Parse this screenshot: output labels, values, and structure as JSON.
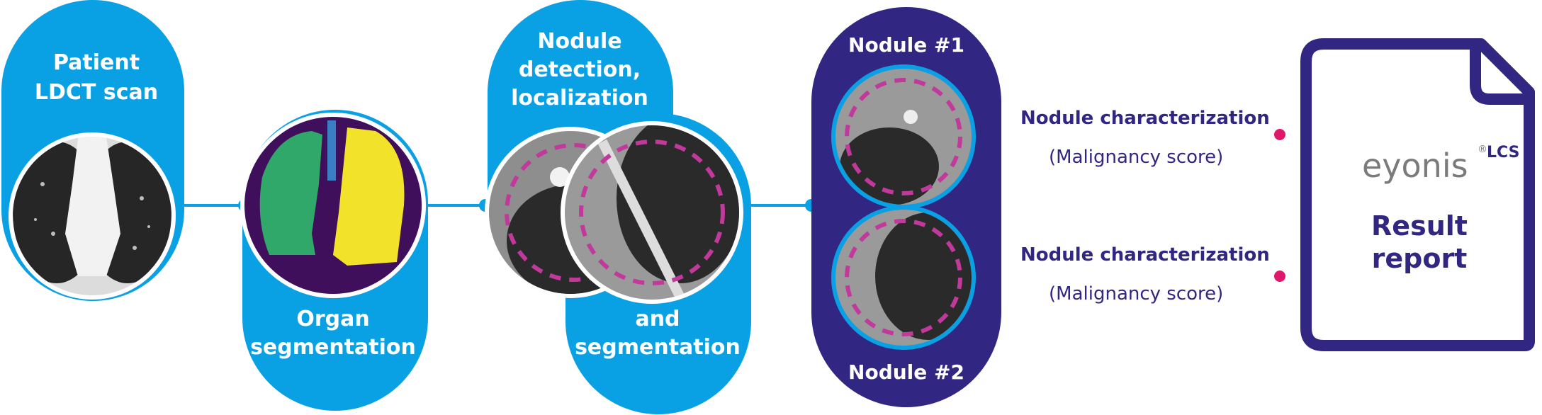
{
  "colors": {
    "accent_blue": "#0aa0e4",
    "brand_purple": "#312682",
    "dot_magenta": "#e0186c",
    "logo_gray": "#7b7b7b"
  },
  "steps": {
    "patient_scan": {
      "line1": "Patient",
      "line2": "LDCT scan"
    },
    "organ_seg": {
      "line1": "Organ",
      "line2": "segmentation"
    },
    "nodule_det": {
      "line1": "Nodule",
      "line2": "detection,",
      "line3": "localization",
      "line4": "and",
      "line5": "segmentation"
    },
    "nodules": {
      "first": "Nodule #1",
      "second": "Nodule #2"
    }
  },
  "characterization": [
    {
      "title": "Nodule characterization",
      "subtitle": "(Malignancy score)"
    },
    {
      "title": "Nodule characterization",
      "subtitle": "(Malignancy score)"
    }
  ],
  "report": {
    "logo": "eyonis",
    "registered": "®",
    "product": "LCS",
    "line1": "Result",
    "line2": "report"
  }
}
